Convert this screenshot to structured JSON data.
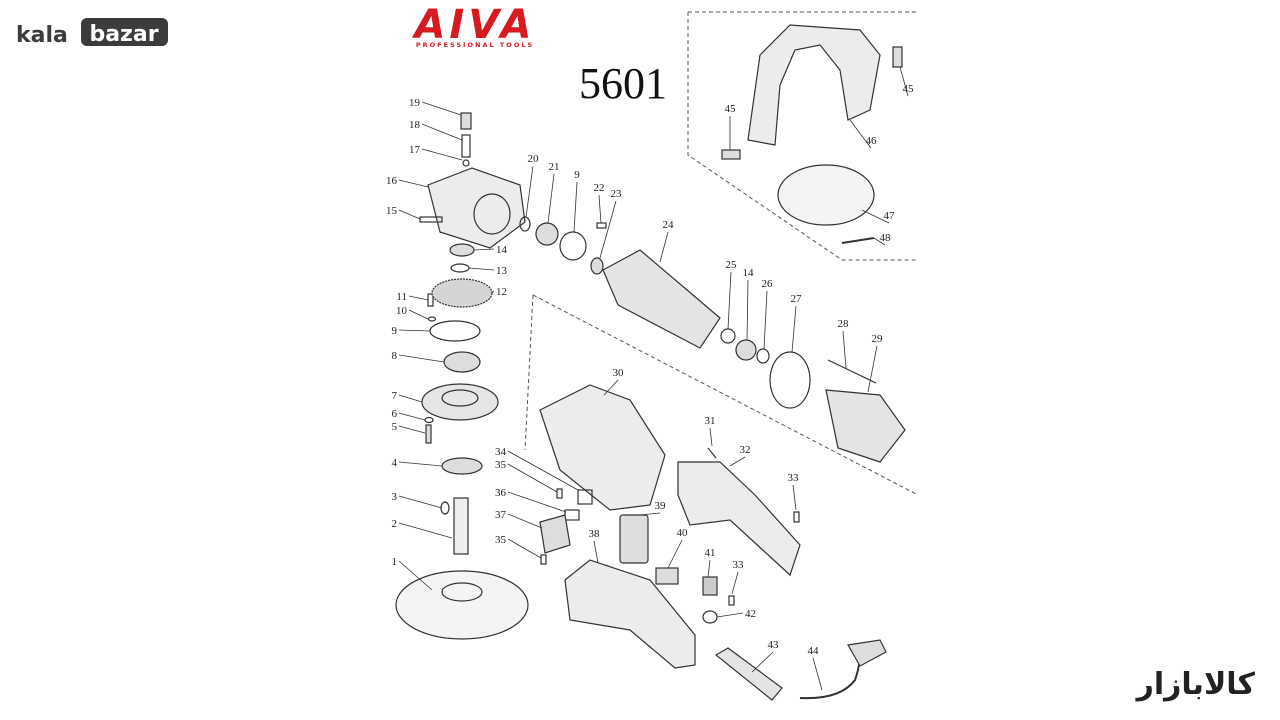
{
  "watermark_top": {
    "left": "kala",
    "right": "bazar"
  },
  "brand": {
    "name": "AIVA",
    "tagline": "PROFESSIONAL TOOLS"
  },
  "model": "5601",
  "watermark_bottom": "کالابازار",
  "part_labels": [
    "1",
    "2",
    "3",
    "4",
    "5",
    "6",
    "7",
    "8",
    "9",
    "10",
    "11",
    "12",
    "13",
    "14",
    "15",
    "16",
    "17",
    "18",
    "19",
    "20",
    "21",
    "9",
    "22",
    "23",
    "24",
    "25",
    "14",
    "26",
    "27",
    "28",
    "29",
    "30",
    "31",
    "32",
    "33",
    "34",
    "35",
    "36",
    "37",
    "35",
    "38",
    "39",
    "40",
    "41",
    "33",
    "42",
    "43",
    "44",
    "45",
    "45",
    "46",
    "47",
    "48"
  ],
  "colors": {
    "brand_red": "#d71920",
    "logo_dark": "#3c3c3c",
    "line": "#333333"
  }
}
